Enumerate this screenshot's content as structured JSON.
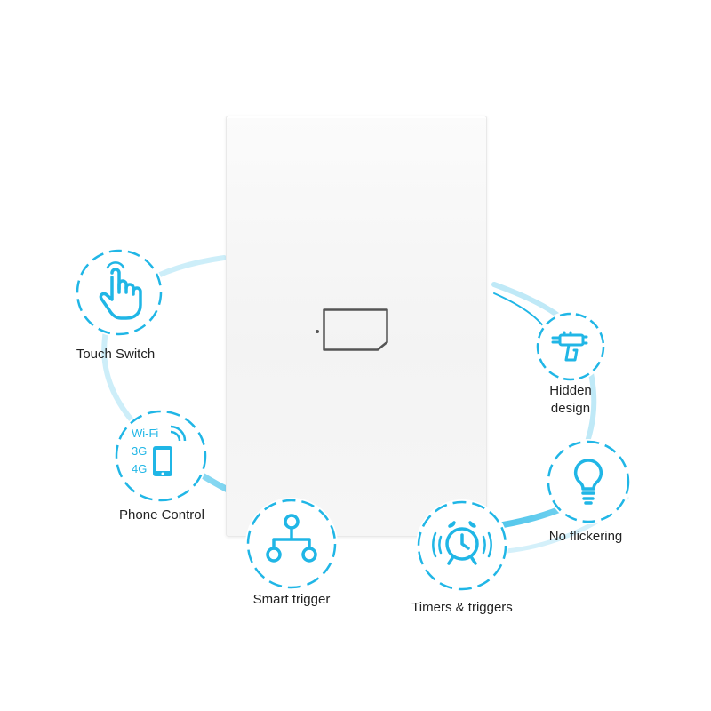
{
  "colors": {
    "accent": "#20b6e6",
    "accent_light": "#bfe9f7",
    "panel": "#f5f5f5"
  },
  "features": [
    {
      "label": "Touch Switch",
      "icon": "touch-hand-icon"
    },
    {
      "label": "Phone Control",
      "icon": "phone-wifi-icon",
      "badges": [
        "Wi-Fi",
        "3G",
        "4G"
      ]
    },
    {
      "label": "Smart trigger",
      "icon": "network-tree-icon"
    },
    {
      "label": "Timers & triggers",
      "icon": "alarm-clock-icon"
    },
    {
      "label": "No flickering",
      "icon": "light-bulb-icon"
    },
    {
      "label_lines": [
        "Hidden",
        "design"
      ],
      "icon": "drill-icon"
    }
  ]
}
